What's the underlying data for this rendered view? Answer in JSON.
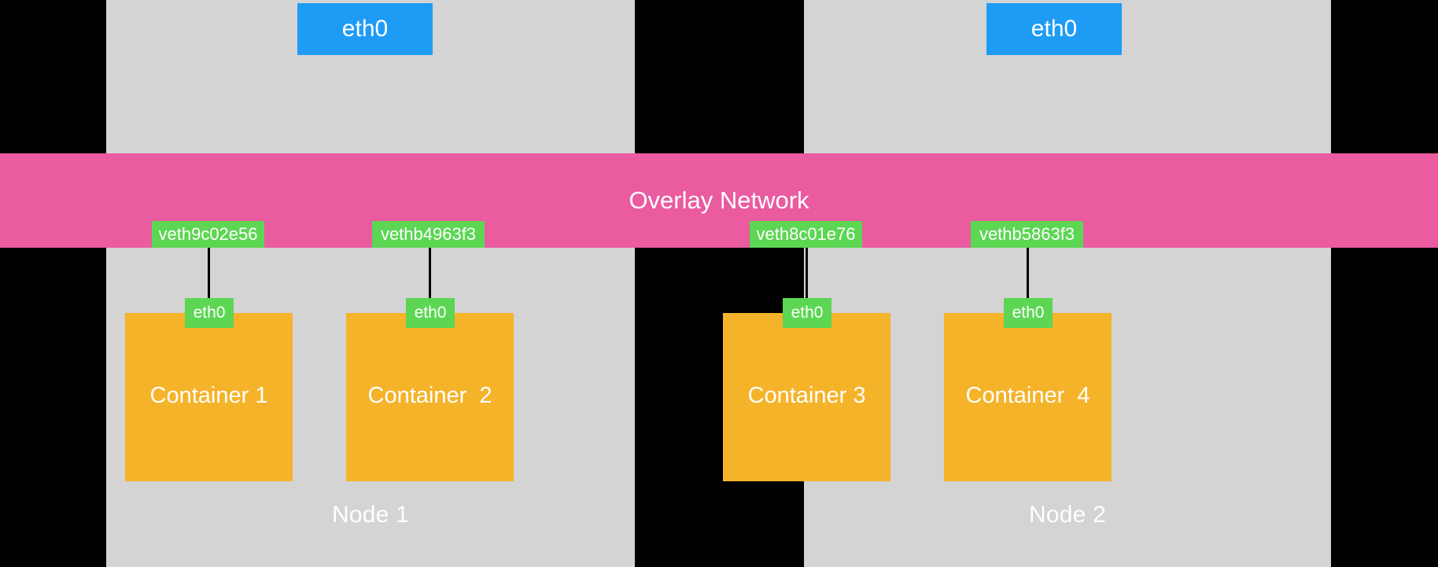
{
  "diagram": {
    "title": "Overlay Network",
    "background_color": "#000000",
    "colors": {
      "node_panel": "#d4d4d4",
      "overlay_band": "#ea5ba0",
      "host_nic": "#1e9cf5",
      "veth_chip": "#5cd653",
      "container": "#f5b32a",
      "connector": "#000000",
      "text": "#ffffff"
    }
  },
  "overlay": {
    "label": "Overlay Network"
  },
  "nodes": [
    {
      "id": "node-1",
      "label": "Node 1",
      "host_nic_label": "eth0",
      "veths": [
        {
          "label": "veth9c02e56"
        },
        {
          "label": "vethb4963f3"
        }
      ],
      "containers": [
        {
          "label": "Container 1",
          "nic_label": "eth0"
        },
        {
          "label": "Container  2",
          "nic_label": "eth0"
        }
      ]
    },
    {
      "id": "node-2",
      "label": "Node 2",
      "host_nic_label": "eth0",
      "veths": [
        {
          "label": "veth8c01e76"
        },
        {
          "label": "vethb5863f3"
        }
      ],
      "containers": [
        {
          "label": "Container 3",
          "nic_label": "eth0"
        },
        {
          "label": "Container  4",
          "nic_label": "eth0"
        }
      ]
    }
  ]
}
